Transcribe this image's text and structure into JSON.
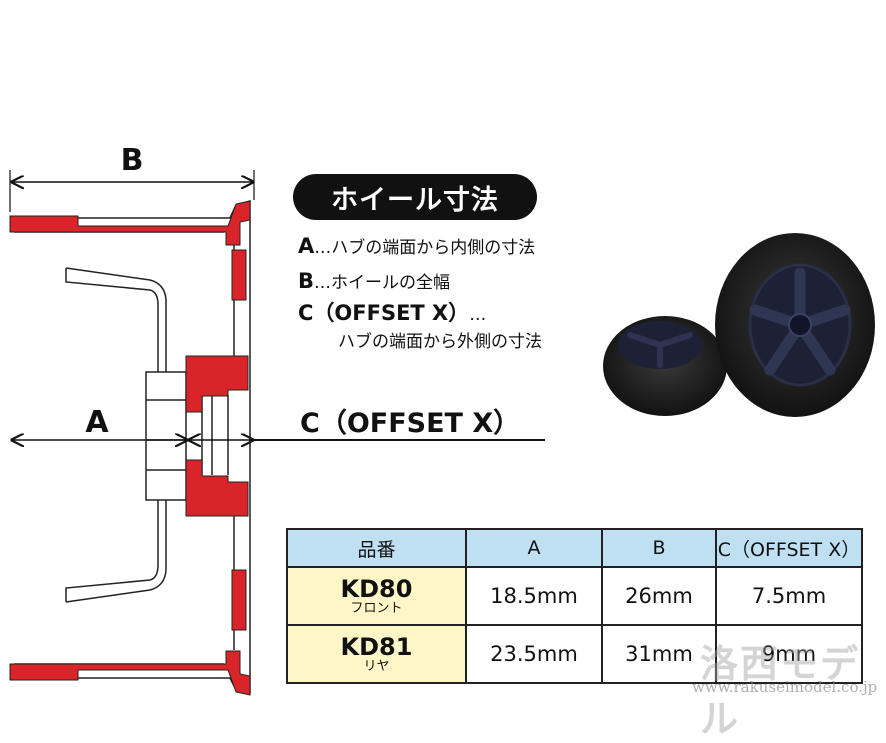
{
  "diagram": {
    "label_a": "A",
    "label_b": "B",
    "label_c": "C（OFFSET X）"
  },
  "title": "ホイール寸法",
  "legend": {
    "a_key": "A",
    "a_text": "…ハブの端面から内側の寸法",
    "b_key": "B",
    "b_text": "…ホイールの全幅",
    "c_key": "C（OFFSET X）",
    "c_text": "…",
    "c_text2": "ハブの端面から外側の寸法"
  },
  "table": {
    "headers": [
      "品番",
      "A",
      "B",
      "C（OFFSET X）"
    ],
    "rows": [
      {
        "code": "KD80",
        "sub": "フロント",
        "a": "18.5mm",
        "b": "26mm",
        "c": "7.5mm"
      },
      {
        "code": "KD81",
        "sub": "リヤ",
        "a": "23.5mm",
        "b": "31mm",
        "c": "9mm"
      }
    ]
  },
  "watermark": {
    "logo": "洛西モデル",
    "url": "www.rakuseimodel.co.jp"
  },
  "colors": {
    "wheel_red": "#d9242a",
    "header_blue": "#bfdff2",
    "model_yellow": "#fff6c8",
    "tire": "#1f1f1f",
    "rim": "#1d2136"
  },
  "icons": [
    "wheel-photo",
    "arrow-dimension"
  ]
}
